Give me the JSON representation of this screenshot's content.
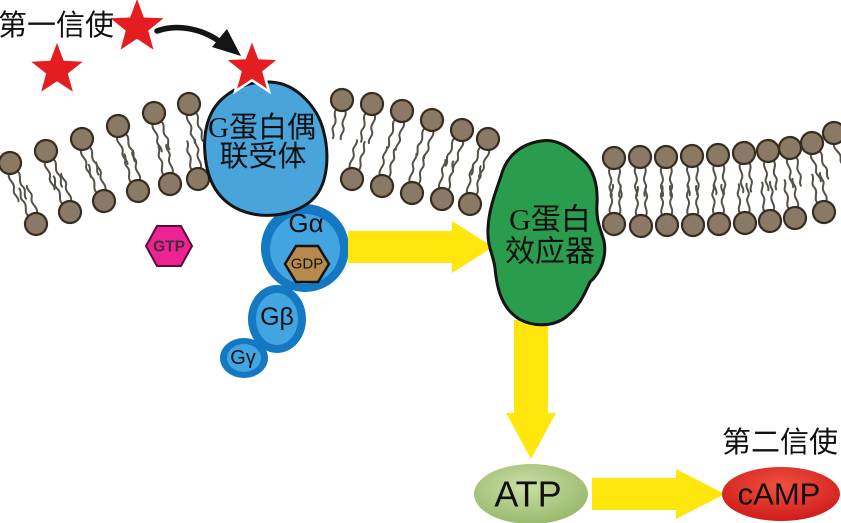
{
  "labels": {
    "first_messenger": "第一信使",
    "second_messenger": "第二信使",
    "receptor_line1": "G蛋白偶",
    "receptor_line2": "联受体",
    "effector_line1": "G蛋白",
    "effector_line2": "效应器",
    "g_alpha": "Gα",
    "g_beta": "Gβ",
    "g_gamma": "Gγ",
    "gdp": "GDP",
    "gtp": "GTP",
    "atp": "ATP",
    "camp": "cAMP"
  },
  "colors": {
    "star-red": "#e41e20",
    "arrow-yellow": "#ffe70e",
    "receptor-blue": "#49a4dc",
    "ring-blue": "#1478c2",
    "inner-blue": "#42a4e0",
    "effector-green": "#2a9c4d",
    "gtp-magenta": "#ed2394",
    "gtp-outline": "#55103a",
    "gtp-text": "#432c3c",
    "gdp-brown": "#b7894c",
    "lipid-head": "#8a7964",
    "lipid-outline": "#362d20",
    "lipid-tail": "#555048",
    "outline-dark": "#141414",
    "atp-green-light": "#cadfa6",
    "atp-green-dark": "#8fb261",
    "camp-red-light": "#ef5143",
    "camp-red-dark": "#c9100f"
  }
}
